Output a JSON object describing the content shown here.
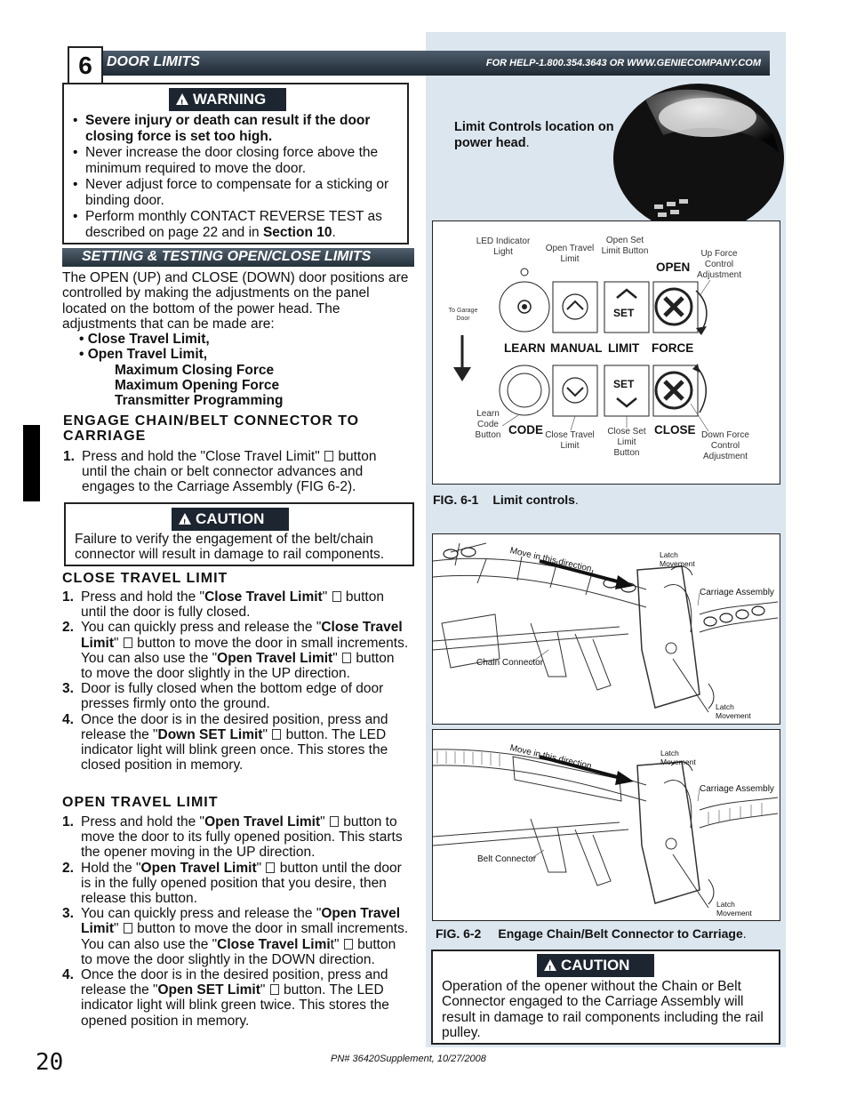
{
  "header": {
    "section_number": "6",
    "title": "DOOR LIMITS",
    "help": "FOR HELP-1.800.354.3643 OR WWW.GENIECOMPANY.COM"
  },
  "warning": {
    "label": "WARNING",
    "items": [
      "Severe injury or death can result if the door closing force is set too high.",
      "Never increase the door closing force above the minimum required to move the door.",
      "Never adjust force to compensate for a sticking or binding door.",
      "Perform monthly CONTACT REVERSE TEST as described on page 22 and in ",
      "Section 10",
      "."
    ]
  },
  "setting": {
    "title": "SETTING & TESTING OPEN/CLOSE LIMITS",
    "intro": "The OPEN (UP) and CLOSE (DOWN) door positions are controlled by making the adjustments on the panel located on the bottom of the power head. The adjustments that can be made are:",
    "list": [
      "• Close Travel Limit,",
      "• Open Travel Limit,"
    ],
    "sublist": [
      "Maximum Closing Force",
      "Maximum Opening Force",
      "Transmitter Programming"
    ]
  },
  "engage": {
    "title": "ENGAGE CHAIN/BELT CONNECTOR TO CARRIAGE",
    "step1_a": "Press and hold the \"Close Travel Limit\"",
    "step1_b": "button until the chain or belt connector advances and engages to the Carriage Assembly (FIG 6-2)."
  },
  "caution1": {
    "label": "CAUTION",
    "text": "Failure to verify the engagement of the belt/chain connector will result in damage to rail components."
  },
  "close_limit": {
    "title": "CLOSE TRAVEL LIMIT",
    "s1_a": "Press and hold the \"",
    "s1_b": "Close Travel Limit",
    "s1_c": "\"",
    "s1_d": "button until the door is fully closed.",
    "s2_a": "You can quickly press and release the \"",
    "s2_b": "Close Travel Limit",
    "s2_c": "\"",
    "s2_d": "button to move the door in small increments. You can also use the \"",
    "s2_e": "Open Travel Limit",
    "s2_f": "\"",
    "s2_g": "button to move the door slightly in the UP direction.",
    "s3": "Door is fully closed when the bottom edge of door presses firmly onto the ground.",
    "s4_a": "Once the door is in the desired position, press and release the \"",
    "s4_b": "Down SET Limit",
    "s4_c": "\"",
    "s4_d": "button. The LED indicator light will blink green once. This stores the closed position in memory."
  },
  "open_limit": {
    "title": "OPEN TRAVEL LIMIT",
    "s1_a": "Press and hold the \"",
    "s1_b": "Open Travel Limit",
    "s1_c": "\"",
    "s1_d": "button to move the door to its fully opened position. This starts the opener moving in the UP direction.",
    "s2_a": "Hold the \"",
    "s2_b": "Open Travel Limit",
    "s2_c": "\"",
    "s2_d": "button until the door is in the fully opened position that you desire, then release this button.",
    "s3_a": "You can quickly press and release the \"",
    "s3_b": "Open Travel Limit",
    "s3_c": "\"",
    "s3_d": "button to move the door in small increments. You can also use the \"",
    "s3_e": "Close Travel Limi",
    "s3_f": "t\"",
    "s3_g": "button to move the door slightly in the DOWN direction.",
    "s4_a": "Once the door is in the desired position, press and release the \"",
    "s4_b": "Open SET Limit",
    "s4_c": "\"",
    "s4_d": "button. The LED indicator light will blink green twice. This stores the opened position in memory."
  },
  "fig1": {
    "location_bold": "Limit Controls location on power head",
    "location_end": ".",
    "led": "LED Indicator Light",
    "open_travel": "Open Travel Limit",
    "open_set": "Open Set Limit Button",
    "open": "OPEN",
    "up_force": "Up Force Control Adjustment",
    "to_garage": "To Garage Door",
    "learn": "LEARN",
    "manual": "MANUAL",
    "limit": "LIMIT",
    "force": "FORCE",
    "set": "SET",
    "learn_code": "Learn Code Button",
    "code": "CODE",
    "close_travel": "Close Travel Limit",
    "close_set": "Close Set Limit Button",
    "close": "CLOSE",
    "down_force": "Down Force Control Adjustment",
    "caption_num": "FIG. 6-1",
    "caption_text": "Limit controls",
    "caption_end": "."
  },
  "fig2": {
    "move": "Move in this direction",
    "latch": "Latch Movement",
    "carriage": "Carriage Assembly",
    "chain_connector": "Chain Connector",
    "belt_connector": "Belt Connector",
    "caption_num": "FIG. 6-2",
    "caption_text": "Engage Chain/Belt Connector to Carriage",
    "caption_end": "."
  },
  "caution2": {
    "label": "CAUTION",
    "text": "Operation of the opener without the Chain or Belt Connector engaged to the Carriage Assembly will result in damage to rail components including the rail pulley."
  },
  "footer": {
    "page": "20",
    "pn": "PN# 36420Supplement, 10/27/2008"
  }
}
